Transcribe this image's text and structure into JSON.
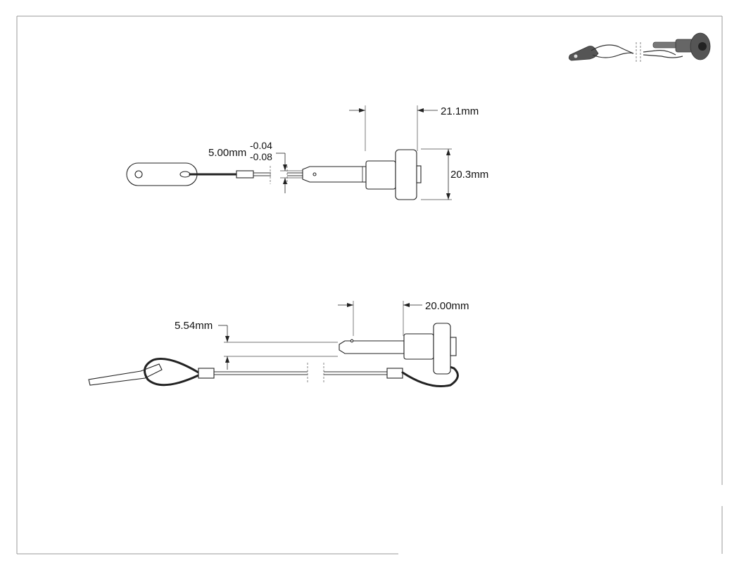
{
  "dimensions": {
    "top_view": {
      "length_label": "21.1mm",
      "height_label": "20.3mm",
      "pin_diameter_label": "5.00mm",
      "pin_tolerance_upper": "-0.04",
      "pin_tolerance_lower": "-0.08"
    },
    "side_view": {
      "length_label": "20.00mm",
      "offset_label": "5.54mm"
    }
  },
  "icons": {
    "iso_preview": "pin-assembly-iso-icon"
  },
  "colors": {
    "line": "#222222",
    "frame": "#999999",
    "part_shade": "#555555"
  }
}
